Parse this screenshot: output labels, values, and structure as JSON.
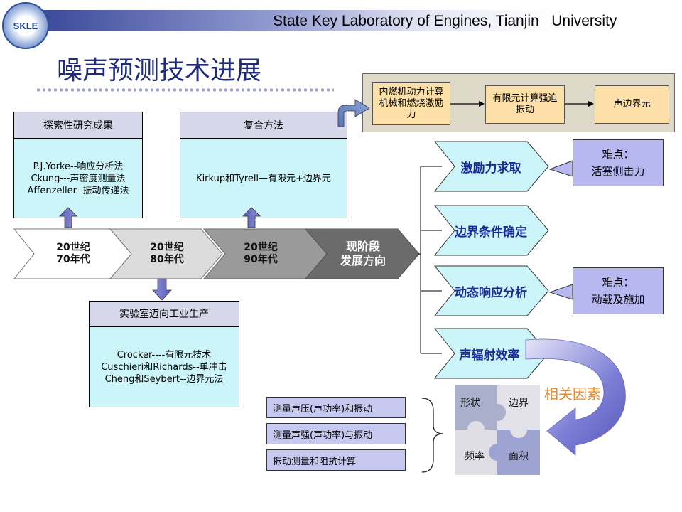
{
  "header": {
    "lab_name": "State Key Laboratory of Engines, Tianjin   University",
    "logo_text": "SKLE"
  },
  "title": "噪声预测技术进展",
  "top_flow": {
    "stages": [
      "内燃机动力计算机械和燃烧激励力",
      "有限元计算强迫振动",
      "声边界元"
    ]
  },
  "research": {
    "head": "探索性研究成果",
    "lines": [
      "P.J.Yorke--响应分析法",
      "Ckung---声密度测量法",
      "Affenzeller--振动传递法"
    ]
  },
  "composite": {
    "head": "复合方法",
    "lines": [
      "Kirkup和Tyrell—有限元+边界元"
    ]
  },
  "lab": {
    "head": "实验室迈向工业生产",
    "lines": [
      "Crocker----有限元技术",
      "Cuschieri和Richards--单冲击",
      "Cheng和Seybert--边界元法"
    ]
  },
  "timeline": [
    {
      "line1": "20世纪",
      "line2": "70年代"
    },
    {
      "line1": "20世纪",
      "line2": "80年代"
    },
    {
      "line1": "20世纪",
      "line2": "90年代"
    },
    {
      "line1": "现阶段",
      "line2": "发展方向"
    }
  ],
  "directions": [
    "激励力求取",
    "边界条件确定",
    "动态响应分析",
    "声辐射效率"
  ],
  "difficulties": [
    {
      "line1": "难点：",
      "line2": "活塞侧击力"
    },
    {
      "line1": "难点：",
      "line2": "动载及施加"
    }
  ],
  "measurements": [
    "测量声压(声功率)和振动",
    "测量声强(声功率)与振动",
    "振动测量和阻抗计算"
  ],
  "related": {
    "label": "相关因素",
    "factors": [
      "形状",
      "边界",
      "频率",
      "面积"
    ]
  },
  "colors": {
    "title": "#1e2a7a",
    "accent_orange": "#e8882a",
    "light_cyan": "#ccf5fa",
    "lavender": "#b7b8ef",
    "header_blue": "#3b4a9a"
  }
}
